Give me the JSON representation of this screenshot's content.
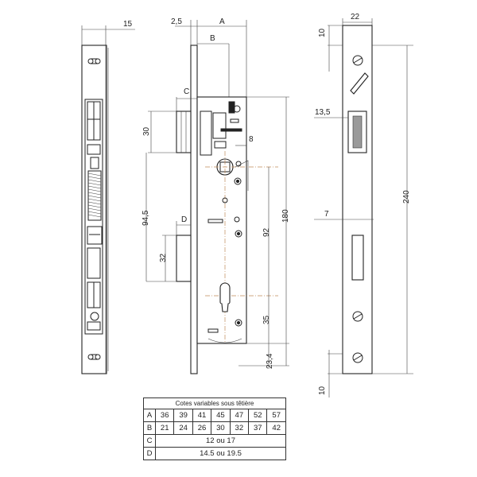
{
  "side_view": {
    "dim_top": "15"
  },
  "front_view": {
    "dim_a": "A",
    "dim_b": "B",
    "dim_c": "C",
    "dim_d": "D",
    "dim_2_5": "2,5",
    "dim_30": "30",
    "dim_8": "8",
    "dim_94_5": "94,5",
    "dim_32": "32",
    "dim_92": "92",
    "dim_180": "180",
    "dim_35": "35",
    "dim_23_4": "23,4"
  },
  "faceplate_view": {
    "dim_22": "22",
    "dim_10_top": "10",
    "dim_13_5": "13,5",
    "dim_240": "240",
    "dim_7": "7",
    "dim_10_bottom": "10"
  },
  "table": {
    "caption": "Cotes variables sous têtière",
    "rows": [
      {
        "label": "A",
        "values": [
          "36",
          "39",
          "41",
          "45",
          "47",
          "52",
          "57"
        ]
      },
      {
        "label": "B",
        "values": [
          "21",
          "24",
          "26",
          "30",
          "32",
          "37",
          "42"
        ]
      }
    ],
    "row_c": {
      "label": "C",
      "value": "12 ou 17"
    },
    "row_d": {
      "label": "D",
      "value": "14.5 ou 19.5"
    }
  }
}
